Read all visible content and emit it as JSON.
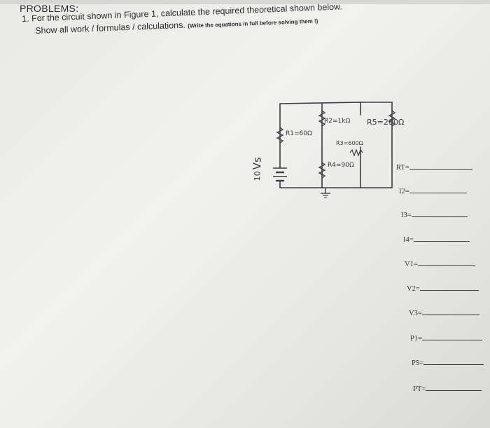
{
  "header": {
    "title": "PROBLEMS:",
    "line1": "1. For the circuit shown in Figure 1, calculate the required theoretical shown below.",
    "line2": "Show all work / formulas / calculations.",
    "line2_note": "(Write the equations in full before solving them !)"
  },
  "circuit": {
    "vs_label": "Vs",
    "vs_value": "10",
    "r1_label": "R1=60Ω",
    "r2_label": "R2=1kΩ",
    "r3_label": "R3=600Ω",
    "r4_label": "R4=90Ω",
    "r5_label": "R5=200Ω",
    "icons": [
      "resistor-icon",
      "battery-icon",
      "ground-icon"
    ]
  },
  "answers": [
    {
      "label": "RT="
    },
    {
      "label": "I2="
    },
    {
      "label": "I3="
    },
    {
      "label": "I4="
    },
    {
      "label": "V1="
    },
    {
      "label": "V2="
    },
    {
      "label": "V3="
    },
    {
      "label": "P1="
    },
    {
      "label": "P5="
    },
    {
      "label": "PT="
    }
  ],
  "colors": {
    "paper": "#ececea",
    "ink": "#2b2b2b",
    "pencil": "#3a3a3a"
  }
}
